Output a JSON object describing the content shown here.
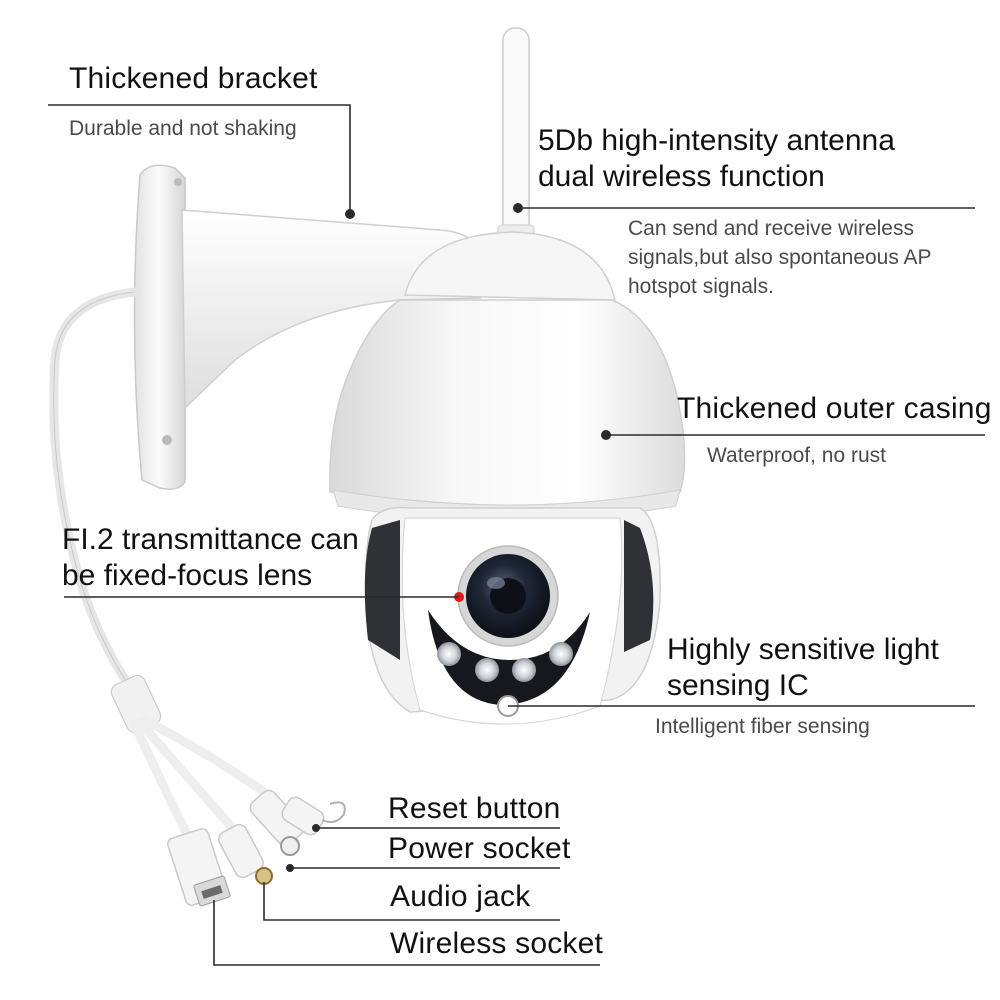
{
  "callouts": {
    "bracket": {
      "title": "Thickened bracket",
      "desc": "Durable and not shaking"
    },
    "antenna": {
      "title_line1": "5Db high-intensity antenna",
      "title_line2": "dual wireless function",
      "desc_line1": "Can send and receive wireless",
      "desc_line2": "signals,but also spontaneous AP",
      "desc_line3": "hotspot signals."
    },
    "casing": {
      "title": "Thickened outer casing",
      "desc": "Waterproof, no rust"
    },
    "lens": {
      "title_line1": "FI.2 transmittance can",
      "title_line2": "be fixed-focus lens"
    },
    "light_sensor": {
      "title_line1": "Highly sensitive light",
      "title_line2": "sensing IC",
      "desc": "Intelligent fiber sensing"
    },
    "reset": {
      "title": "Reset button"
    },
    "power": {
      "title": "Power socket"
    },
    "audio": {
      "title": "Audio jack"
    },
    "wireless": {
      "title": "Wireless socket"
    }
  },
  "colors": {
    "leader_line": "#2a2a2a",
    "camera_body": "#f4f4f4",
    "lens_glass": "#1c2433",
    "ir_led": "#cfd3d8",
    "lens_marker": "#e0191c"
  }
}
